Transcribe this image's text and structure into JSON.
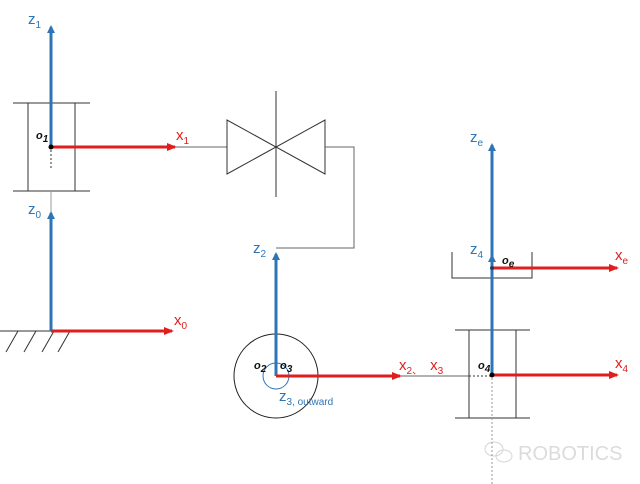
{
  "colors": {
    "z_axis": "#2e75b6",
    "x_axis": "#e01e1e",
    "link": "#333333"
  },
  "labels": {
    "z1": {
      "base": "z",
      "sub": "1"
    },
    "x1": {
      "base": "x",
      "sub": "1"
    },
    "z0": {
      "base": "z",
      "sub": "0"
    },
    "x0": {
      "base": "x",
      "sub": "0"
    },
    "z2": {
      "base": "z",
      "sub": "2"
    },
    "x2x3": {
      "base": "x",
      "sub": "2",
      "sep": "、",
      "base2": "x",
      "sub2": "3"
    },
    "z3": {
      "base": "z",
      "sub": "3, outward"
    },
    "ze": {
      "base": "z",
      "sub": "e"
    },
    "z4": {
      "base": "z",
      "sub": "4"
    },
    "xe": {
      "base": "x",
      "sub": "e"
    },
    "x4": {
      "base": "x",
      "sub": "4"
    },
    "o1": {
      "base": "o",
      "sub": "1"
    },
    "o2": {
      "base": "o",
      "sub": "2"
    },
    "o3": {
      "base": "o",
      "sub": "3"
    },
    "o4": {
      "base": "o",
      "sub": "4"
    },
    "oe": {
      "base": "o",
      "sub": "e"
    }
  },
  "watermark": "ROBOTICS"
}
